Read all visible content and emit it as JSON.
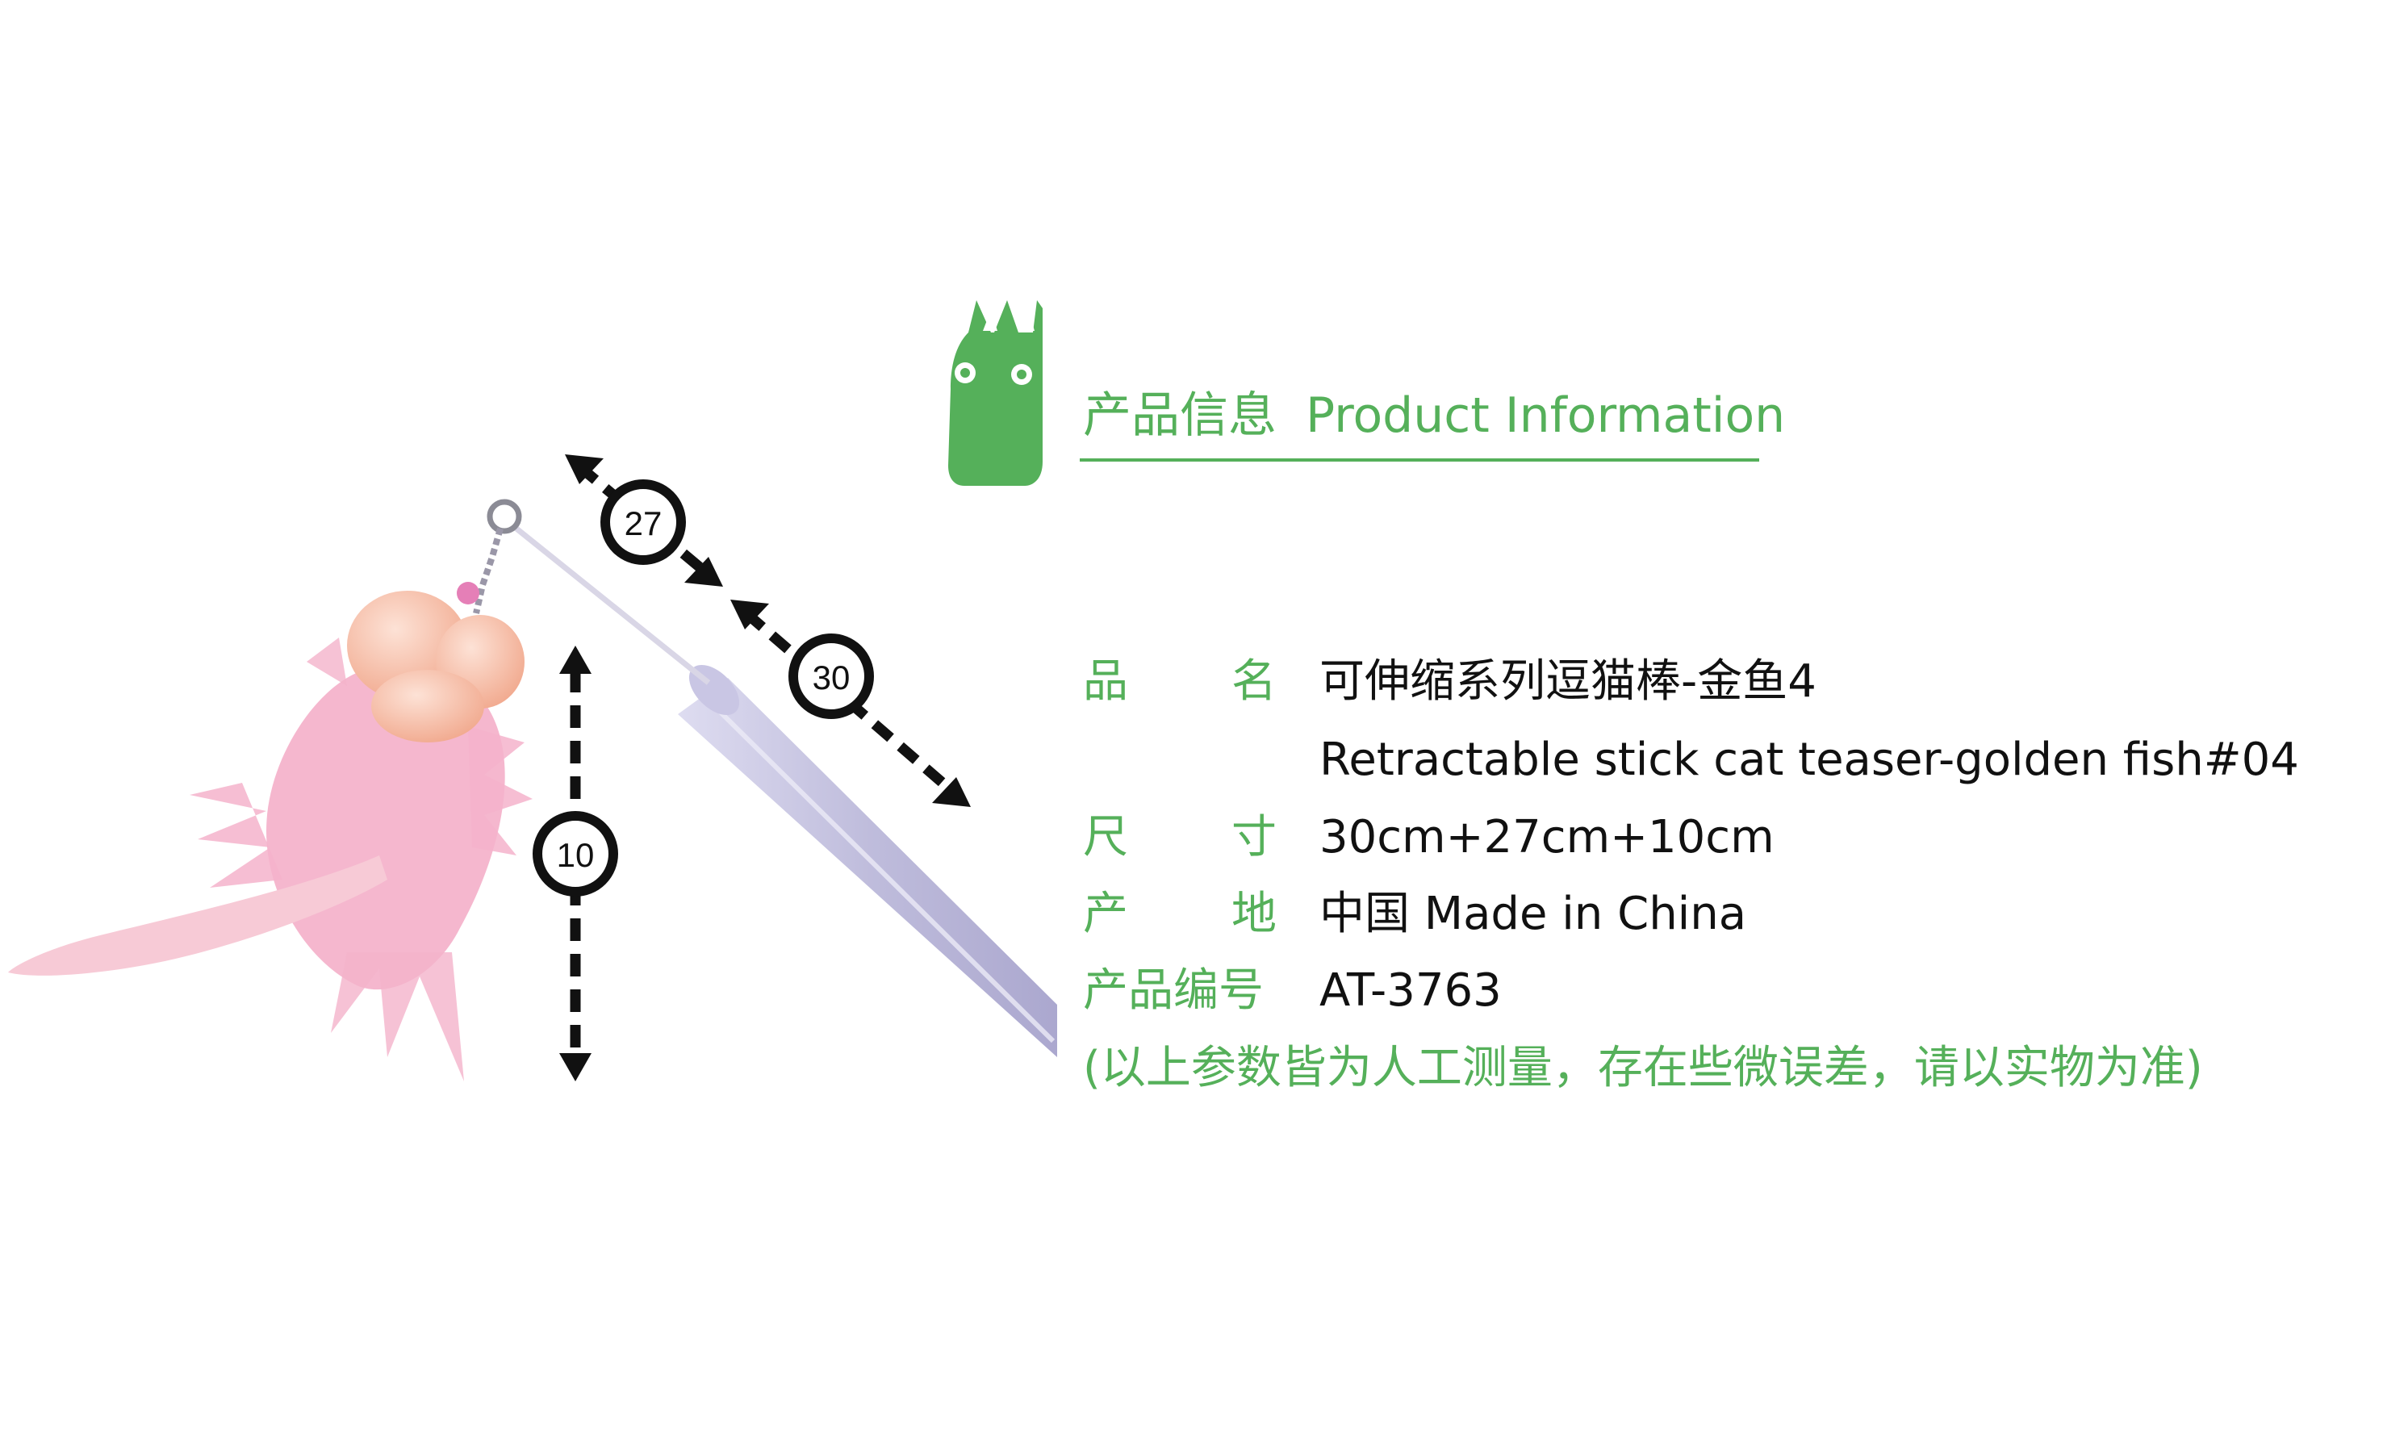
{
  "colors": {
    "brand_green": "#55b05a",
    "text_dark": "#111111",
    "feather_pink": "#f4b3cb",
    "head_peach": "#f9c3ad",
    "wand_lavender": "#b8b6d8",
    "dimension_arrow": "#111111"
  },
  "icons": {
    "logo": "green-rabbit-mascot-icon",
    "dimension_markers": "double-headed-dashed-arrow-icon"
  },
  "header": {
    "title_cn": "产品信息",
    "title_en": "Product Information"
  },
  "info": {
    "name": {
      "label_a": "品",
      "label_b": "名",
      "value_cn": "可伸缩系列逗猫棒-金鱼4",
      "value_en": "Retractable stick cat teaser-golden fish#04"
    },
    "size": {
      "label_a": "尺",
      "label_b": "寸",
      "value": "30cm+27cm+10cm"
    },
    "origin": {
      "label_a": "产",
      "label_b": "地",
      "value": "中国 Made in China"
    },
    "code": {
      "label": "产品编号",
      "value": "AT-3763"
    },
    "note": "(以上参数皆为人工测量，存在些微误差，请以实物为准)"
  },
  "dimensions": {
    "rod_segment_label": "27",
    "handle_segment_label": "30",
    "toy_drop_label": "10"
  }
}
